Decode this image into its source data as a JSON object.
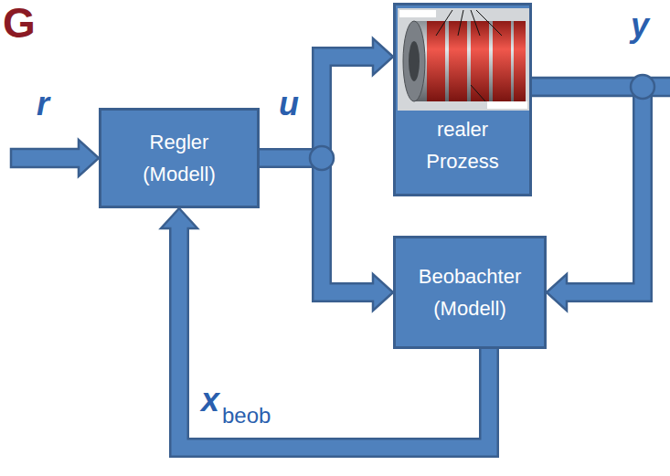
{
  "diagram": {
    "nodes": [
      {
        "text": [
          "Regler (Modell)"
        ]
      },
      {
        "text": [
          "realer Prozess"
        ]
      },
      {
        "text": [
          "Beobachter (Modell)"
        ]
      }
    ],
    "edges": [
      {
        "from": 0,
        "to": 1,
        "arrow": "to"
      },
      {
        "from": 0,
        "to": 2,
        "arrow": "to"
      },
      {
        "from": 1,
        "to": 2,
        "arrow": "to"
      },
      {
        "from": 2,
        "to": 0,
        "arrow": "to"
      }
    ],
    "labels": [
      "G",
      "r",
      "u",
      "y",
      "x",
      "beob"
    ]
  }
}
